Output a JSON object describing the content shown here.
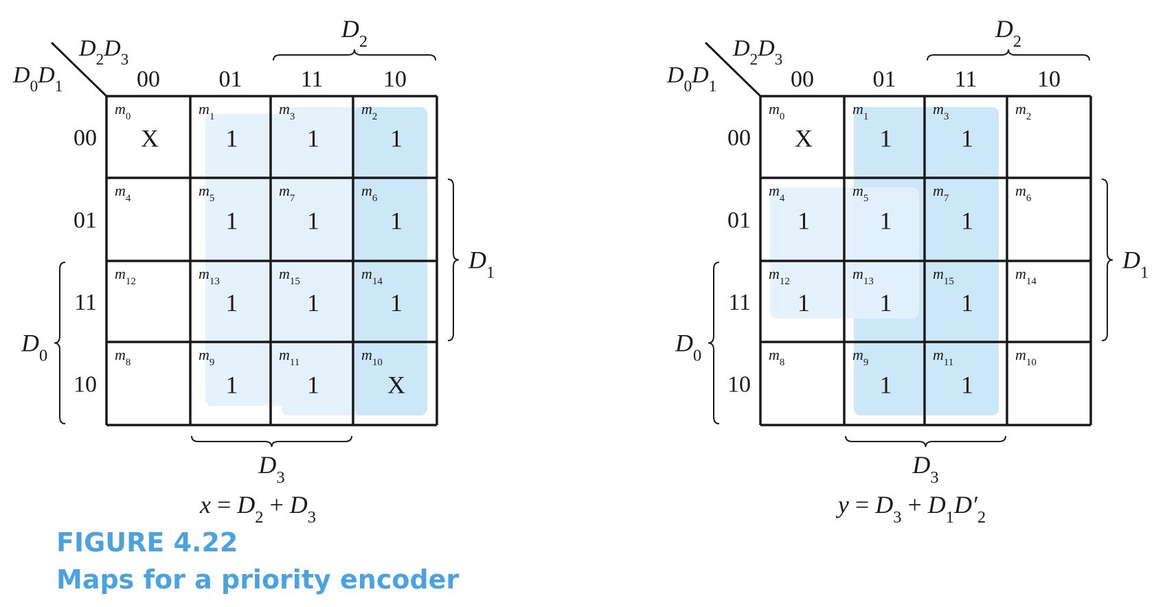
{
  "figure_label": "FIGURE 4.22",
  "figure_title": "Maps for a priority encoder",
  "colors": {
    "light_group": "#e3f1fb",
    "dark_group": "#c9e6f8",
    "grid": "#1a1a1a",
    "caption": "#4aa3df"
  },
  "col_codes": [
    "00",
    "01",
    "11",
    "10"
  ],
  "row_codes": [
    "00",
    "01",
    "11",
    "10"
  ],
  "minterms": [
    [
      "0",
      "1",
      "3",
      "2"
    ],
    [
      "4",
      "5",
      "7",
      "6"
    ],
    [
      "12",
      "13",
      "15",
      "14"
    ],
    [
      "8",
      "9",
      "11",
      "10"
    ]
  ],
  "maps": [
    {
      "id": "x",
      "cells": [
        [
          "X",
          "1",
          "1",
          "1"
        ],
        [
          "",
          "1",
          "1",
          "1"
        ],
        [
          "",
          "1",
          "1",
          "1"
        ],
        [
          "",
          "1",
          "1",
          "X"
        ]
      ],
      "equation": {
        "lhs": "x",
        "terms": [
          {
            "var": "D",
            "sub": "2"
          },
          {
            "var": "D",
            "sub": "3"
          }
        ]
      }
    },
    {
      "id": "y",
      "cells": [
        [
          "X",
          "1",
          "1",
          ""
        ],
        [
          "1",
          "1",
          "1",
          ""
        ],
        [
          "1",
          "1",
          "1",
          ""
        ],
        [
          "",
          "1",
          "1",
          ""
        ]
      ],
      "equation": {
        "lhs": "y",
        "terms": [
          {
            "var": "D",
            "sub": "3"
          },
          {
            "var": "D",
            "sub": "1",
            "var2": "D′",
            "sub2": "2"
          }
        ]
      }
    }
  ]
}
